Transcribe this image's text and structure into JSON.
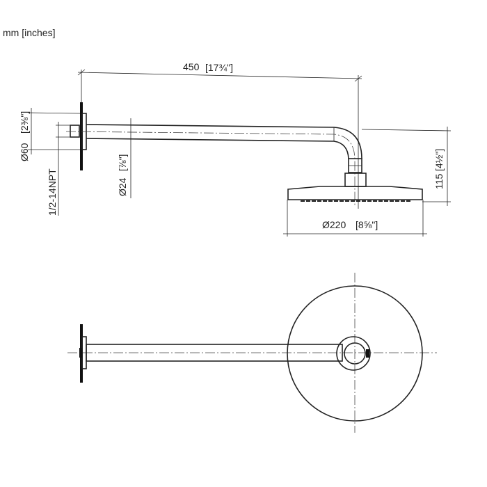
{
  "units_label": "mm [inches]",
  "side_view": {
    "length": {
      "mm": "450",
      "inch": "[17¾\"]"
    },
    "flange_diameter": {
      "mm": "Ø60",
      "inch": "[2⅜\"]"
    },
    "thread": "1/2-14NPT",
    "arm_diameter": {
      "mm": "Ø24",
      "inch": "[⅞\"]"
    },
    "drop_height": {
      "mm": "115",
      "inch": "[4½\"]"
    },
    "head_diameter": {
      "mm": "Ø220",
      "inch": "[8⅝\"]"
    }
  }
}
